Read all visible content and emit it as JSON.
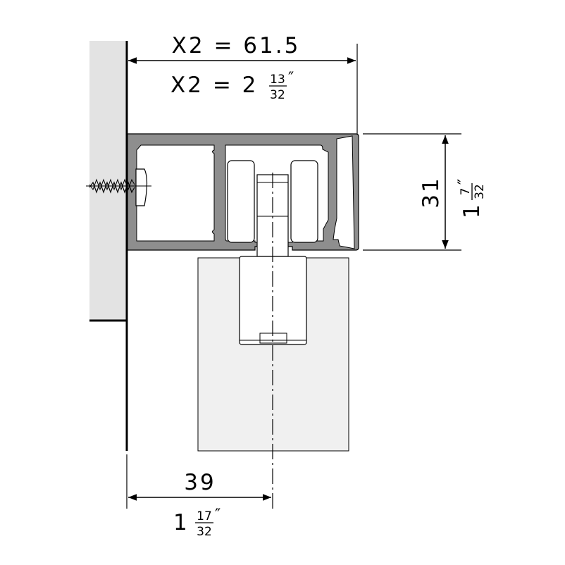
{
  "dimensions": {
    "top": {
      "line1": "X2 = 61.5",
      "whole": "X2 = 2",
      "num": "13",
      "den": "32",
      "unit": "″"
    },
    "right": {
      "mm": "31",
      "whole": "1",
      "num": "7",
      "den": "32",
      "unit": "″"
    },
    "bottom": {
      "mm": "39",
      "whole": "1",
      "num": "17",
      "den": "32",
      "unit": "″"
    }
  },
  "colors": {
    "wall": "#e3e3e3",
    "profile": "#8e8e8e",
    "door": "#f0f0f0",
    "line": "#000000"
  }
}
